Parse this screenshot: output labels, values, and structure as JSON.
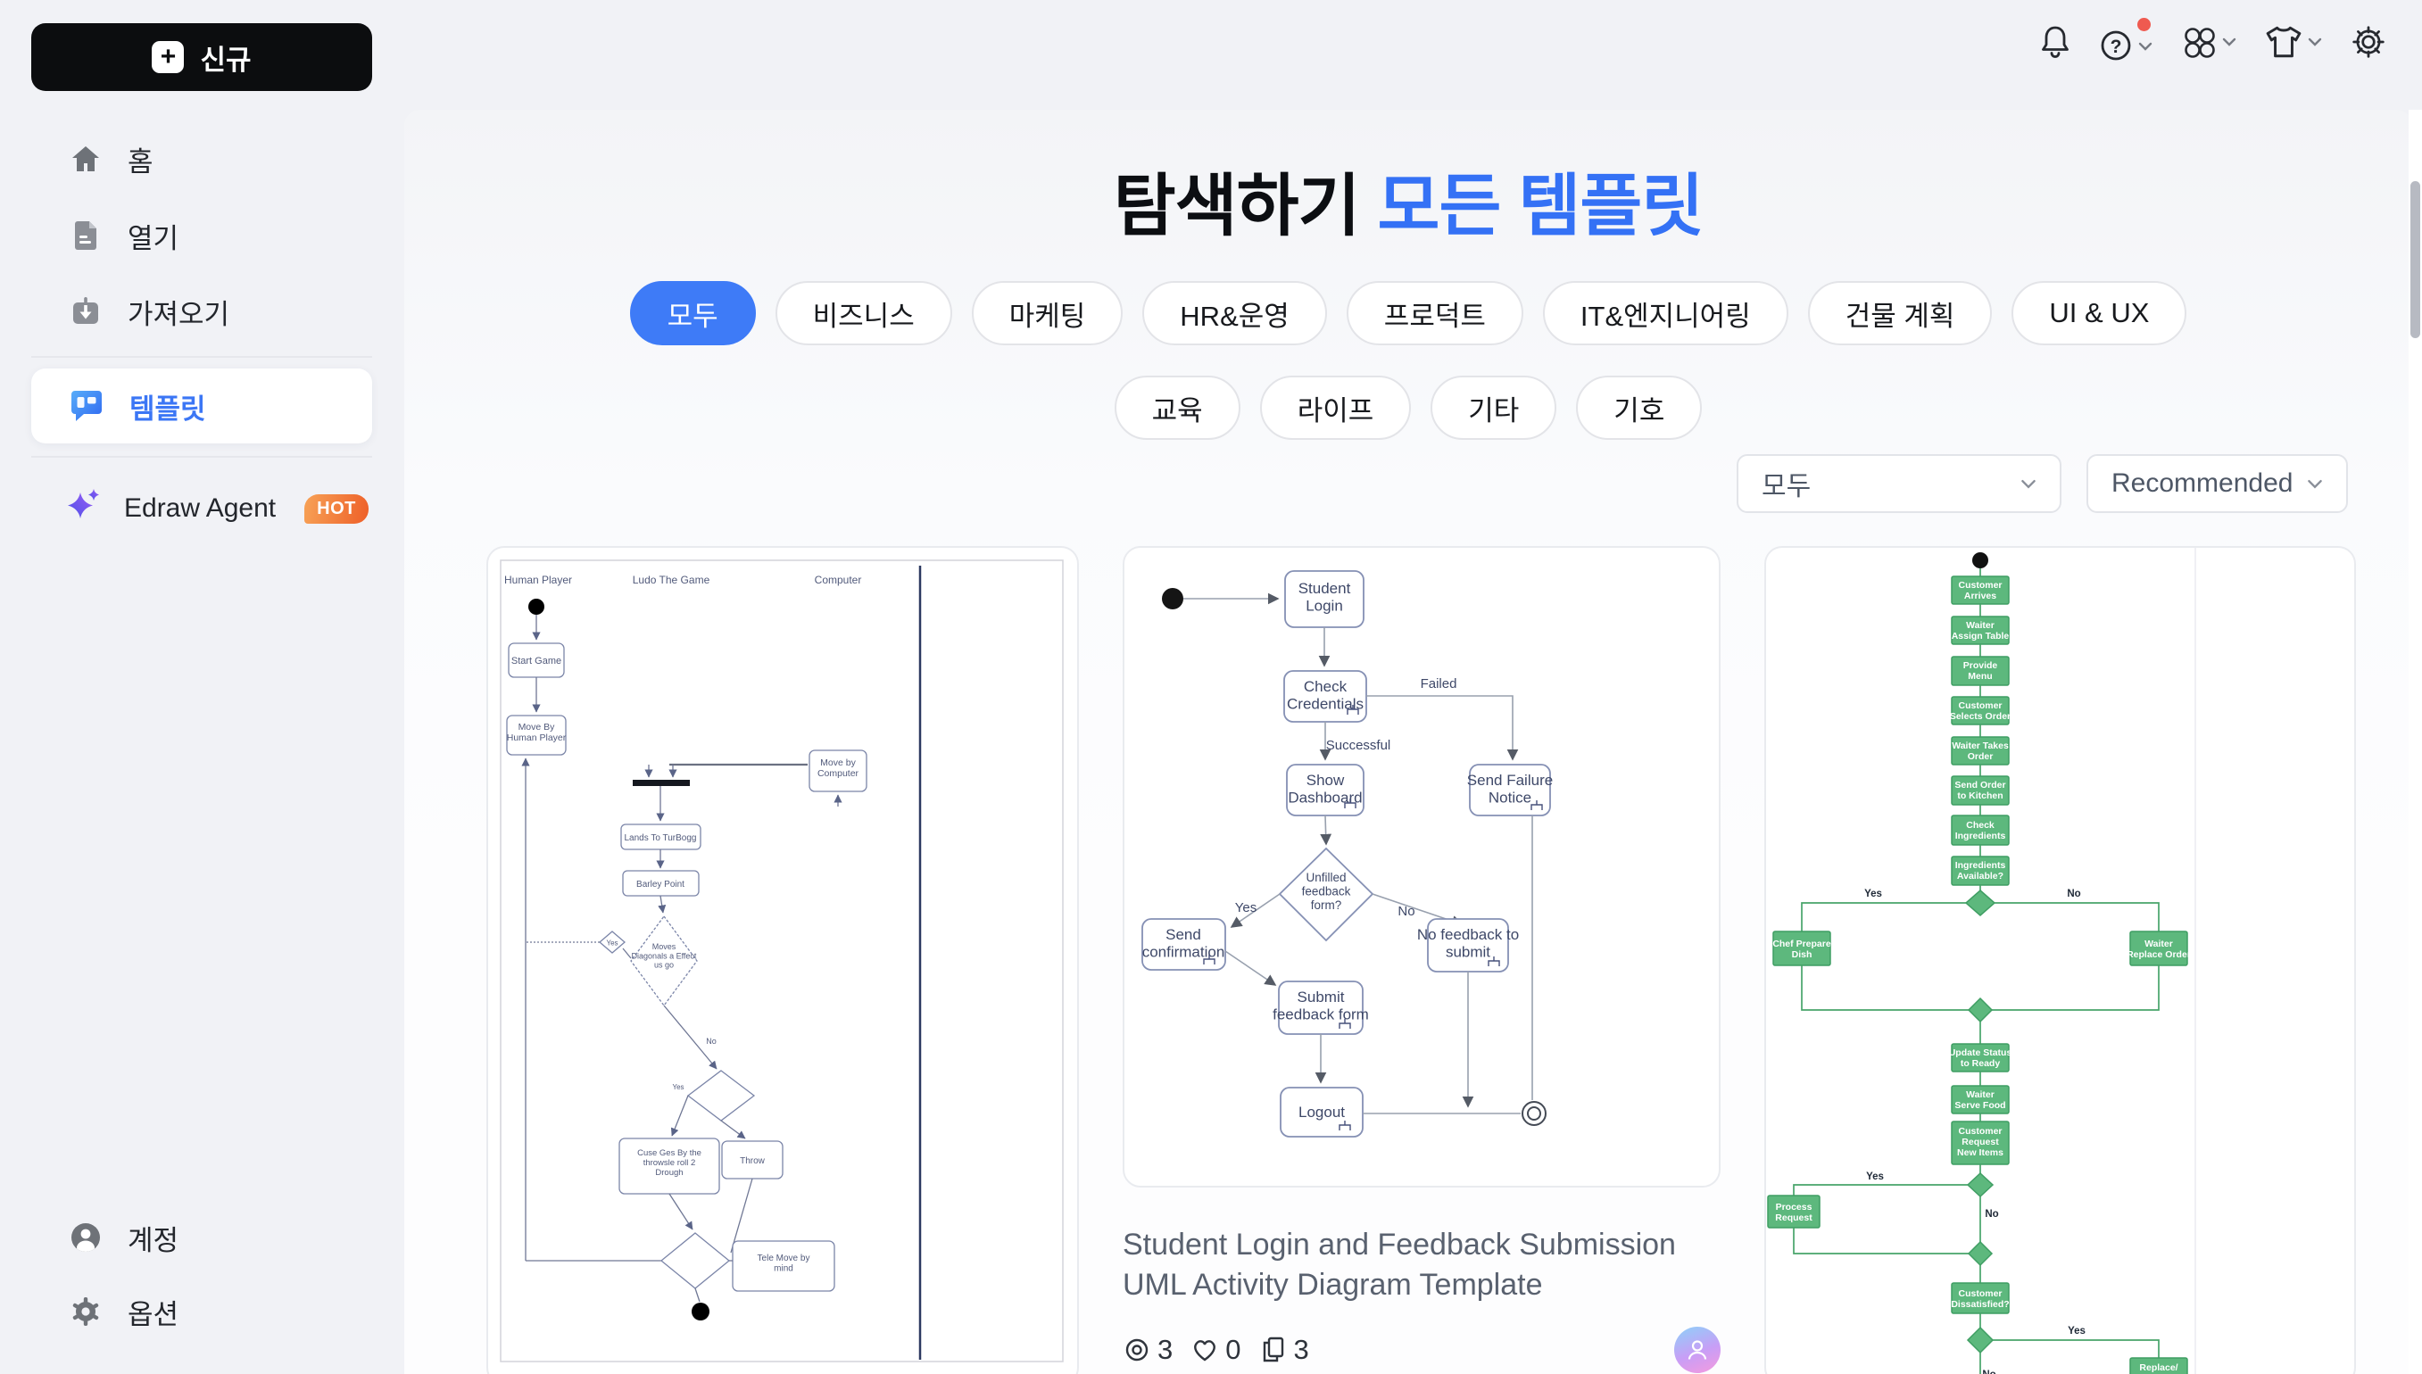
{
  "sidebar": {
    "new_button": {
      "label": "신규"
    },
    "nav": [
      {
        "label": "홈"
      },
      {
        "label": "열기"
      },
      {
        "label": "가져오기"
      },
      {
        "label": "템플릿"
      }
    ],
    "agent": {
      "label": "Edraw Agent",
      "badge": "HOT"
    },
    "footer": [
      {
        "label": "계정"
      },
      {
        "label": "옵션"
      }
    ]
  },
  "topbar": {
    "help_glyph": "?"
  },
  "main": {
    "title": {
      "prefix": "탐색하기 ",
      "highlight": "모든 템플릿"
    },
    "filters_row1": [
      "모두",
      "비즈니스",
      "마케팅",
      "HR&운영",
      "프로덕트",
      "IT&엔지니어링",
      "건물 계획",
      "UI & UX"
    ],
    "filters_row2": [
      "교육",
      "라이프",
      "기타",
      "기호"
    ],
    "selected_filter": "모두",
    "category_dropdown": {
      "value": "모두"
    },
    "sort_dropdown": {
      "value": "Recommended"
    },
    "cards": [
      {
        "diagram": {
          "lanes": [
            "Human Player",
            "Ludo The Game",
            "Computer"
          ],
          "nodes": {
            "n1": "Start Game",
            "n2": "Move By\nHuman Player",
            "n3": "Move by\nComputer",
            "n4": "Lands To TurBogg",
            "n5": "Barley Point",
            "d1": "Moves\nDiagonals a Effect\nus go",
            "d1_yes": "Yes",
            "no1": "No",
            "yes2": "Yes",
            "n6": "Cuse Ges By the\nthrowsle roll 2\nDrough",
            "n7": "Throw",
            "n8": "Tele Move by\nmind"
          }
        }
      },
      {
        "title": "Student Login and Feedback Submission UML Activity Diagram Template",
        "stats": {
          "views": "3",
          "likes": "0",
          "copies": "3"
        },
        "diagram": {
          "nodes": {
            "n1": "Student\nLogin",
            "n2": "Check\nCredentials",
            "n3": "Show\nDashboard",
            "n4": "Send Failure\nNotice",
            "decision": "Unfilled\nfeedback\nform?",
            "n5": "Send\nconfirmation",
            "n6": "No feedback to\nsubmit",
            "n7": "Submit\nfeedback form",
            "n8": "Logout",
            "edge_failed": "Failed",
            "edge_success": "Successful",
            "edge_yes": "Yes",
            "edge_no": "No"
          }
        }
      },
      {
        "diagram": {
          "nodes": {
            "n1": "Customer\nArrives",
            "n2": "Waiter\nAssign Table",
            "n3": "Provide\nMenu",
            "n4": "Customer\nSelects Order",
            "n5": "Waiter Takes\nOrder",
            "n6": "Send Order\nto Kitchen",
            "n7": "Check\nIngredients",
            "n8": "Ingredients\nAvailable?",
            "yes1": "Yes",
            "no1": "No",
            "n9": "Chef Prepare\nDish",
            "n10": "Waiter\nReplace Order",
            "n11": "Update Status\nto Ready",
            "n12": "Waiter\nServe Food",
            "n13": "Customer\nRequest\nNew Items",
            "yes2": "Yes",
            "n14": "Process\nRequest",
            "no2": "No",
            "n15": "Customer\nDissatisfied?",
            "yes3": "Yes",
            "n16": "Replace/\nRefund Dish",
            "no3": "No"
          }
        }
      }
    ]
  }
}
